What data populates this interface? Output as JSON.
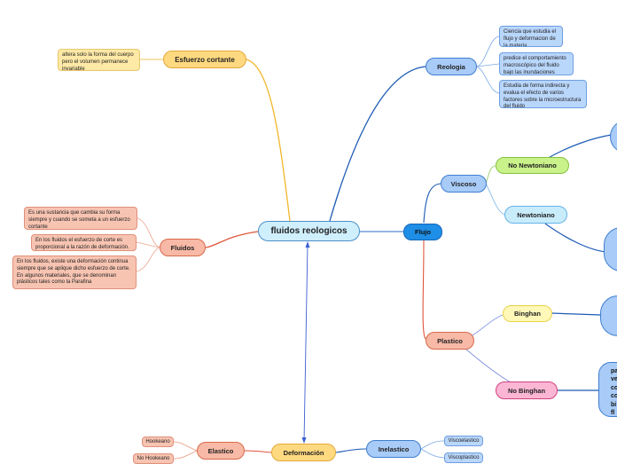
{
  "center": "fluidos reologicos",
  "esfuerzo": {
    "label": "Esfuerzo cortante",
    "note": "altera solo la forma del cuerpo pero el volumen permanece invariable"
  },
  "fluidos": {
    "label": "Fluidos",
    "notes": [
      "Es una sustancia que cambia su forma siempre y cuando se someta a un esfuerzo cortante",
      "En los fluidos el esfuerzo de corte es proporcional a la razón de deformación.",
      "En los fluidos, existe una deformación continua siempre que se aplique dicho esfuerzo de corte. En algunos materiales, que se denominan plásticos tales como la Parafina"
    ]
  },
  "reologia": {
    "label": "Reologia",
    "notes": [
      "Ciencia que estudia el flujo y deformacion de la materia",
      "predice el comportamiento macroscópico del fluido bajo las inundaciones",
      "Estudia de forma indirecta y evalua el efecto de varios factores sobre la microestructura del fluido"
    ]
  },
  "flujo": {
    "label": "Flujo",
    "viscoso": "Viscoso",
    "no_newtoniano": "No Newtoniano",
    "newtoniano": "Newtoniano",
    "plastico": "Plastico",
    "binghan": "Binghan",
    "no_binghan": "No Binghan",
    "no_binghan_partial": [
      "pa",
      "ve",
      "co",
      "co",
      "bi",
      "fl"
    ]
  },
  "deformacion": {
    "label": "Deformación",
    "elastico": "Elastico",
    "hookeano": "Hookeano",
    "no_hookeano": "No Hookeano",
    "inelastico": "Inelastico",
    "viscoelastico": "Viscoelastico",
    "viscoplastico": "Viscoplastico"
  }
}
